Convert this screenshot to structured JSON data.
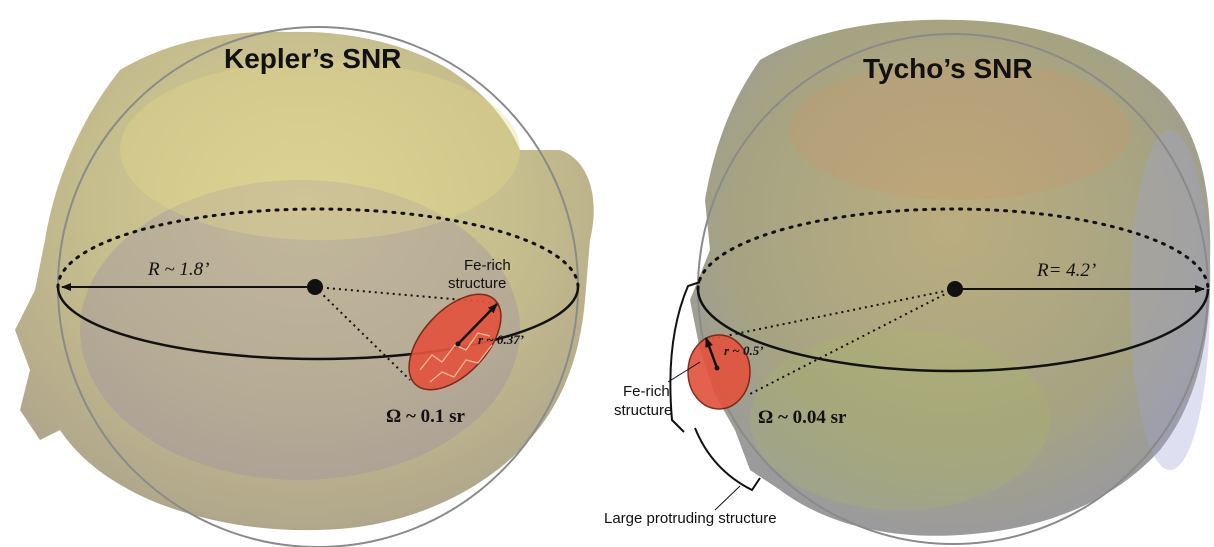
{
  "kepler": {
    "title": "Kepler’s SNR",
    "radius_label": "R ~ 1.8’",
    "fe_rich_line1": "Fe-rich",
    "fe_rich_line2": "structure",
    "r_label": "r ~ 0.37’",
    "omega_label": "Ω ~ 0.1 sr"
  },
  "tycho": {
    "title": "Tycho’s SNR",
    "radius_label": "R= 4.2’",
    "fe_rich_line1": "Fe-rich",
    "fe_rich_line2": "structure",
    "r_label": "r ~ 0.5’",
    "omega_label": "Ω ~ 0.04 sr",
    "protrusion_label": "Large protruding structure"
  },
  "colors": {
    "kepler_fill": "#c8bf86",
    "tycho_fill": "#a9a57a",
    "fe_rich_fill": "#e2543e",
    "circle_outline": "#8a8a8a",
    "line": "#111111"
  }
}
